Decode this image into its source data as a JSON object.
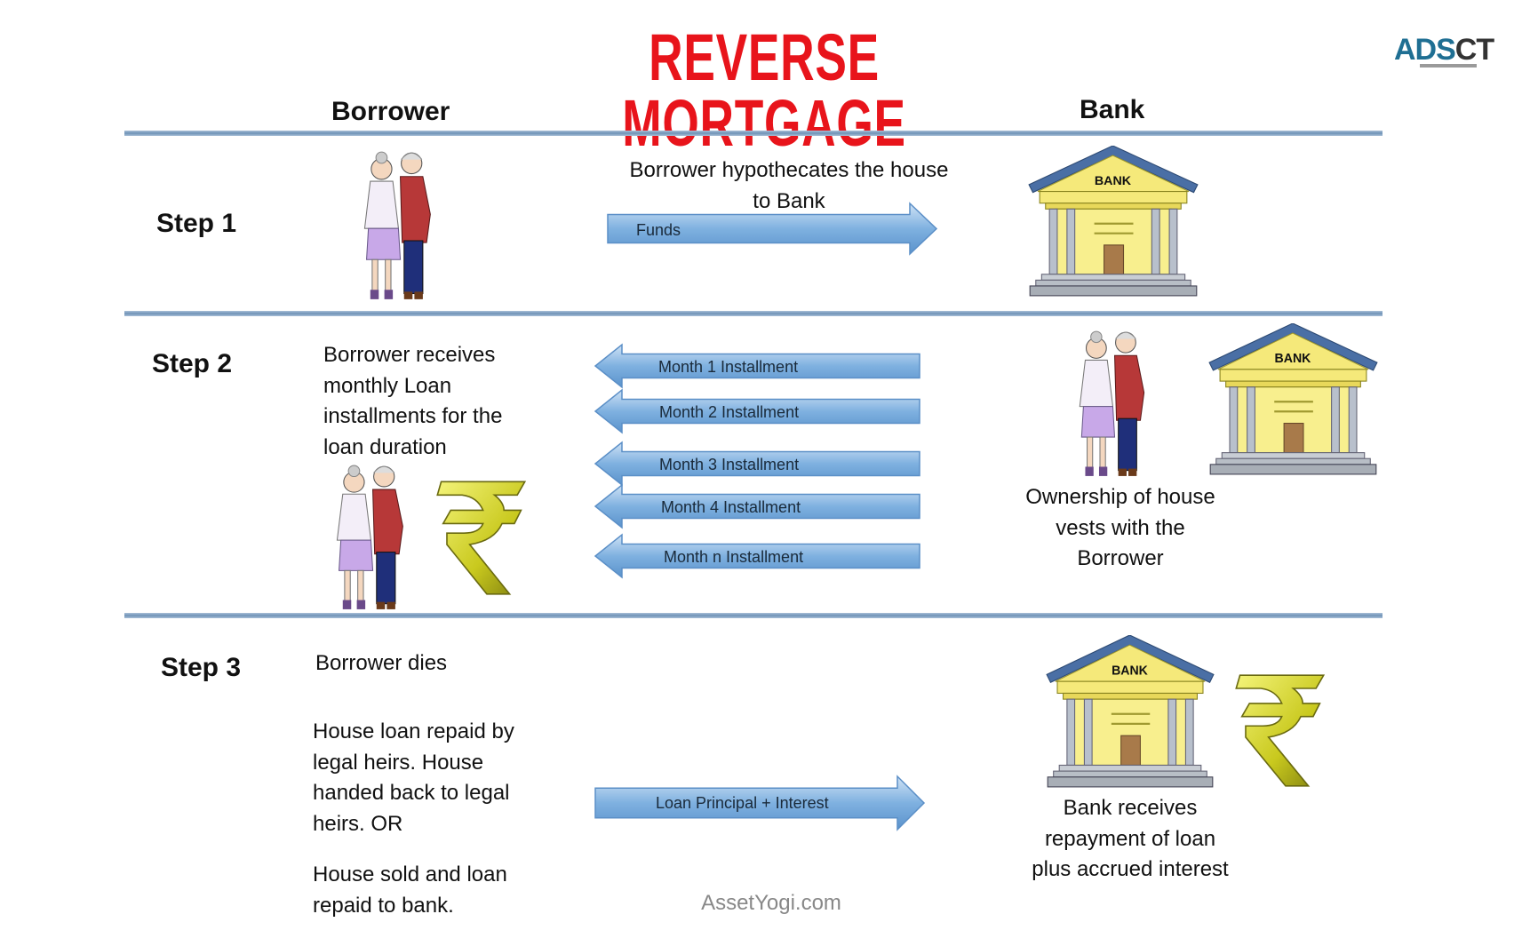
{
  "title": "REVERSE MORTGAGE",
  "logo": {
    "part1": "ADS",
    "part2": "CT"
  },
  "columns": {
    "left": "Borrower",
    "right": "Bank"
  },
  "bank_label": "BANK",
  "steps": [
    {
      "label": "Step 1",
      "description": [
        "Borrower hypothecates the house",
        "to Bank"
      ],
      "arrow": {
        "label": "Funds",
        "direction": "right"
      }
    },
    {
      "label": "Step 2",
      "description": [
        "Borrower receives",
        "monthly Loan",
        "installments for the",
        "loan duration"
      ],
      "arrows": [
        {
          "label": "Month 1 Installment",
          "direction": "left"
        },
        {
          "label": "Month 2 Installment",
          "direction": "left"
        },
        {
          "label": "Month 3 Installment",
          "direction": "left"
        },
        {
          "label": "Month 4 Installment",
          "direction": "left"
        },
        {
          "label": "Month n Installment",
          "direction": "left"
        }
      ],
      "right_caption": [
        "Ownership of house",
        "vests with the",
        "Borrower"
      ]
    },
    {
      "label": "Step 3",
      "event": "Borrower dies",
      "option_a": [
        "House loan repaid by",
        "legal heirs. House",
        "handed back to legal",
        "heirs.   OR"
      ],
      "option_b": [
        "House sold and loan",
        "repaid to bank."
      ],
      "arrow": {
        "label": "Loan Principal + Interest",
        "direction": "right"
      },
      "right_caption": [
        "Bank receives",
        "repayment of loan",
        "plus accrued interest"
      ]
    }
  ],
  "watermark": "AssetYogi.com",
  "colors": {
    "title": "#e8141b",
    "arrow": "#6fa8dc",
    "divider": "#6f92b6",
    "bank_roof": "#4a6fa5",
    "bank_body": "#f5e97a",
    "rupee": "#c8c820"
  }
}
